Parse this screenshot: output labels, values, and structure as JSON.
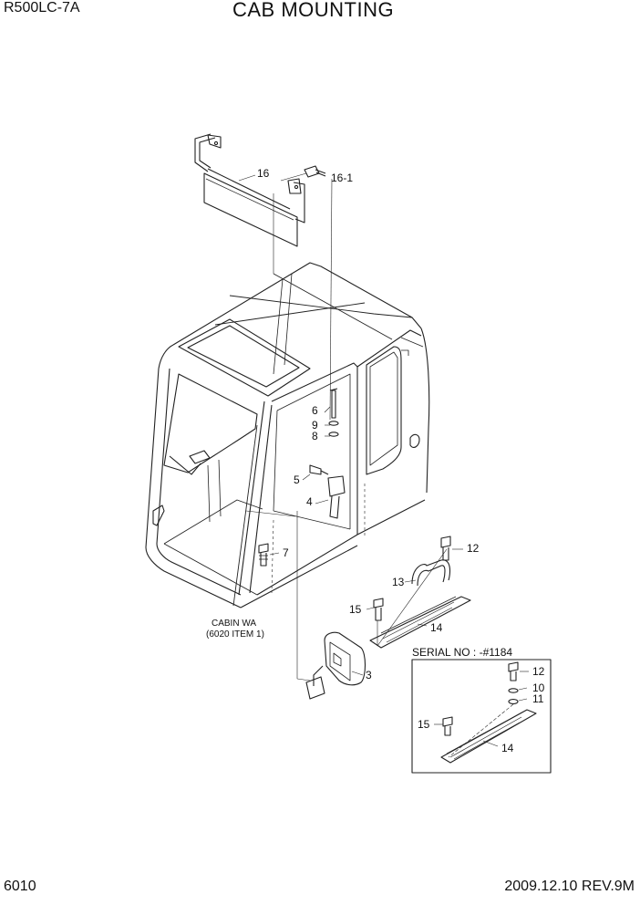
{
  "header": {
    "model": "R500LC-7A",
    "title": "CAB MOUNTING"
  },
  "footer": {
    "page_number": "6010",
    "revision": "2009.12.10  REV.9M"
  },
  "cab_note": {
    "line1": "CABIN WA",
    "line2": "(6020 ITEM 1)"
  },
  "serial_box": {
    "title": "SERIAL NO : -#1184"
  },
  "part_labels": {
    "p16": "16",
    "p16_1": "16-1",
    "p6": "6",
    "p9": "9",
    "p8": "8",
    "p5": "5",
    "p4": "4",
    "p7": "7",
    "p12": "12",
    "p13": "13",
    "p15": "15",
    "p14": "14",
    "p3": "3",
    "s12": "12",
    "s10": "10",
    "s11": "11",
    "s15": "15",
    "s14": "14"
  }
}
